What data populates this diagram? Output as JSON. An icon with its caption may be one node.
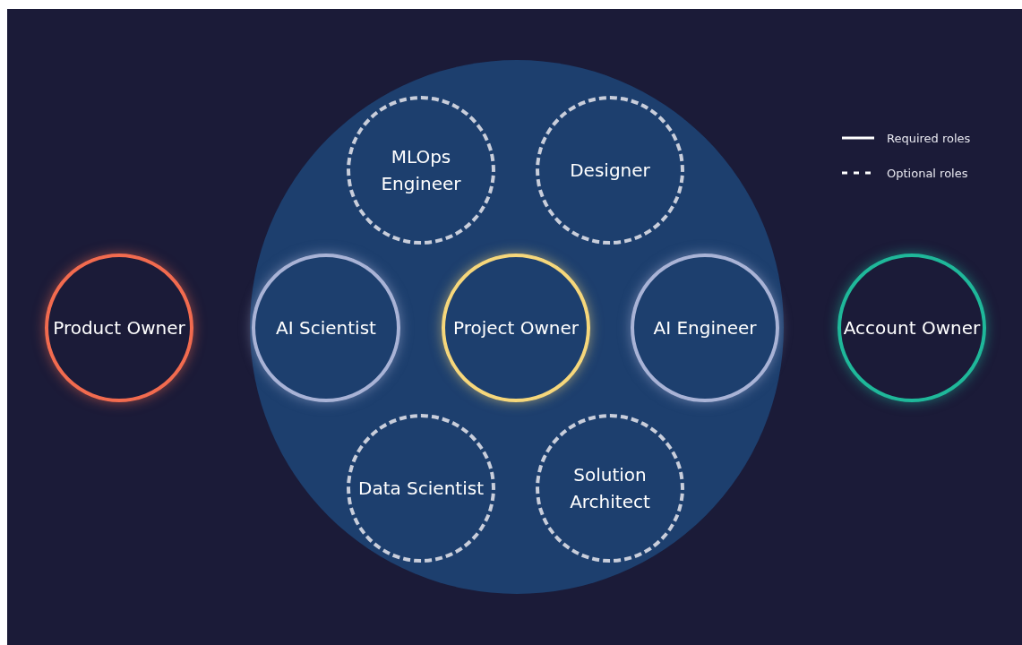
{
  "diagram": {
    "nodes": [
      {
        "text": [],
        "shape": "circle"
      },
      {
        "text": [
          "MLOps Engineer"
        ],
        "in": 0
      },
      {
        "text": [
          "Designer"
        ],
        "in": 0
      },
      {
        "text": [
          "Product Owner"
        ]
      },
      {
        "text": [
          "AI Scientist"
        ],
        "in": 0
      },
      {
        "text": [
          "Project Owner"
        ],
        "in": 0
      },
      {
        "text": [
          "AI Engineer"
        ],
        "in": 0
      },
      {
        "text": [
          "Account Owner"
        ]
      },
      {
        "text": [
          "Data Scientist"
        ],
        "in": 0
      },
      {
        "text": [
          "Solution Architect"
        ],
        "in": 0
      }
    ],
    "legend": [
      {
        "text": "Required roles"
      },
      {
        "text": "Optional roles"
      }
    ]
  }
}
